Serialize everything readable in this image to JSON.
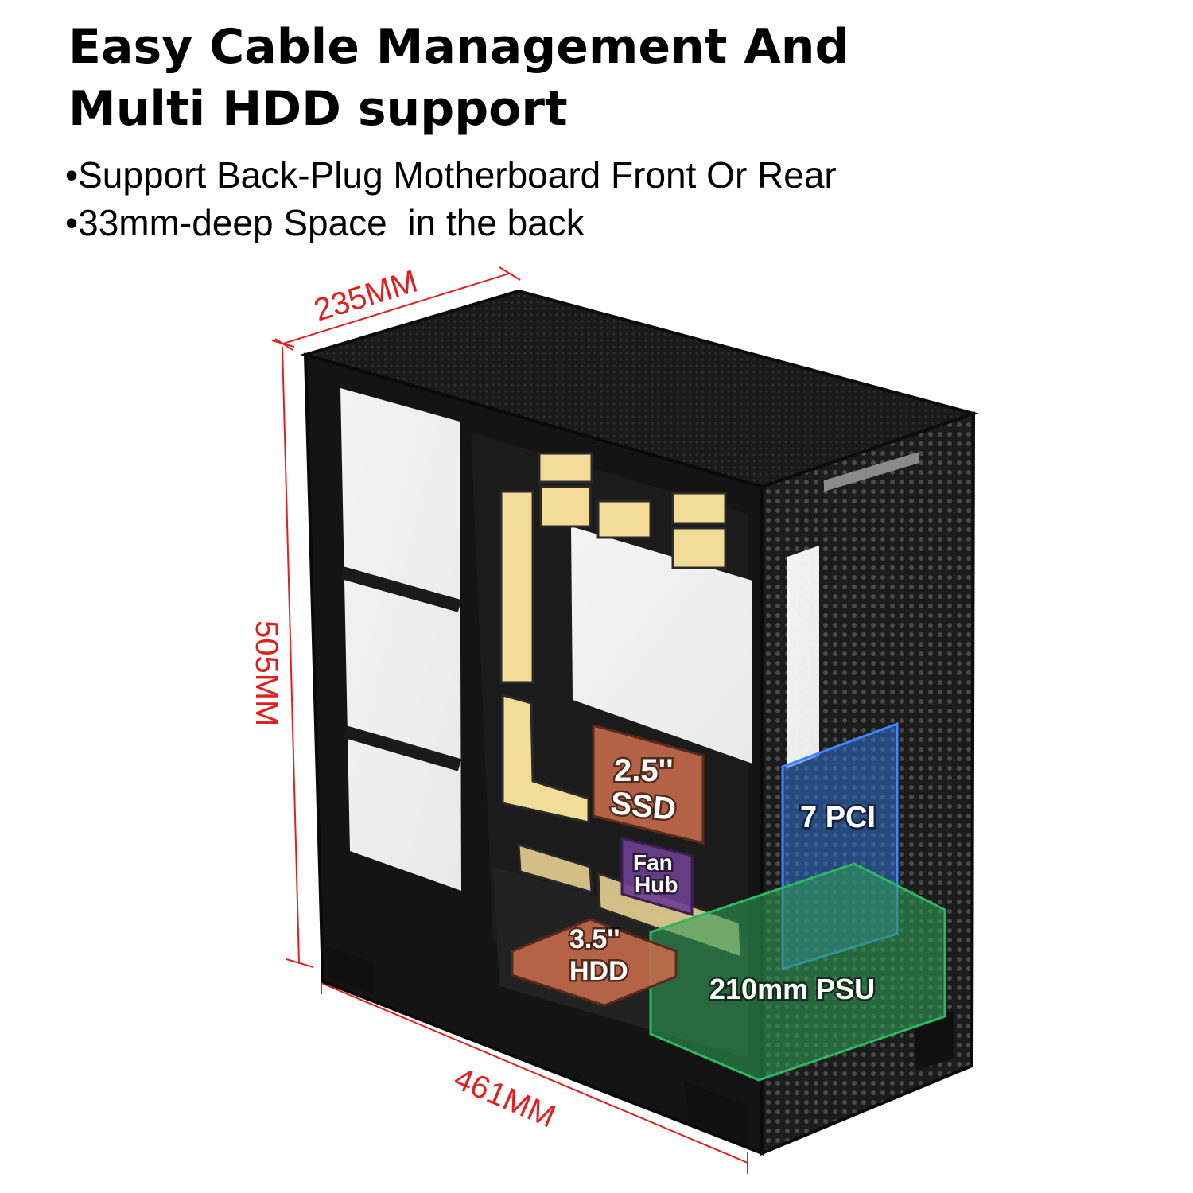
{
  "headline": {
    "line1": "Easy Cable Management And",
    "line2": "Multi HDD support"
  },
  "bullets": [
    "•Support Back-Plug Motherboard Front Or Rear",
    "•33mm-deep Space  in the back"
  ],
  "dimensions": {
    "depth": "235MM",
    "height": "505MM",
    "width": "461MM",
    "color": "#e02020"
  },
  "components": {
    "ssd": {
      "line1": "2.5''",
      "line2": "SSD",
      "color": "#c46a4a"
    },
    "fan_hub": {
      "line1": "Fan",
      "line2": "Hub",
      "color": "#6b3f8f"
    },
    "hdd": {
      "line1": "3.5''",
      "line2": "HDD",
      "color": "#c46a4a"
    },
    "pci": {
      "label": "7 PCI",
      "color": "#2f6fd0"
    },
    "psu": {
      "label": "210mm PSU",
      "color": "#2f9a55"
    }
  },
  "case_color": "#151515"
}
